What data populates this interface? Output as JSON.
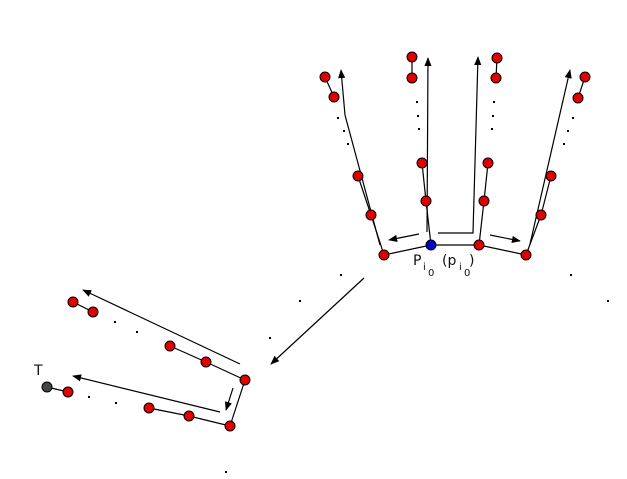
{
  "labels": {
    "point_main": "P",
    "point_main_sub": "i",
    "point_main_subsub": "0",
    "open_paren": "(p",
    "paren_sub": "i",
    "paren_subsub": "0",
    "close_paren": ")",
    "target": "T"
  },
  "colors": {
    "node_fill": "#e00000",
    "start_node_fill": "#0000cc",
    "target_node_fill": "#444444",
    "line": "#000000"
  }
}
